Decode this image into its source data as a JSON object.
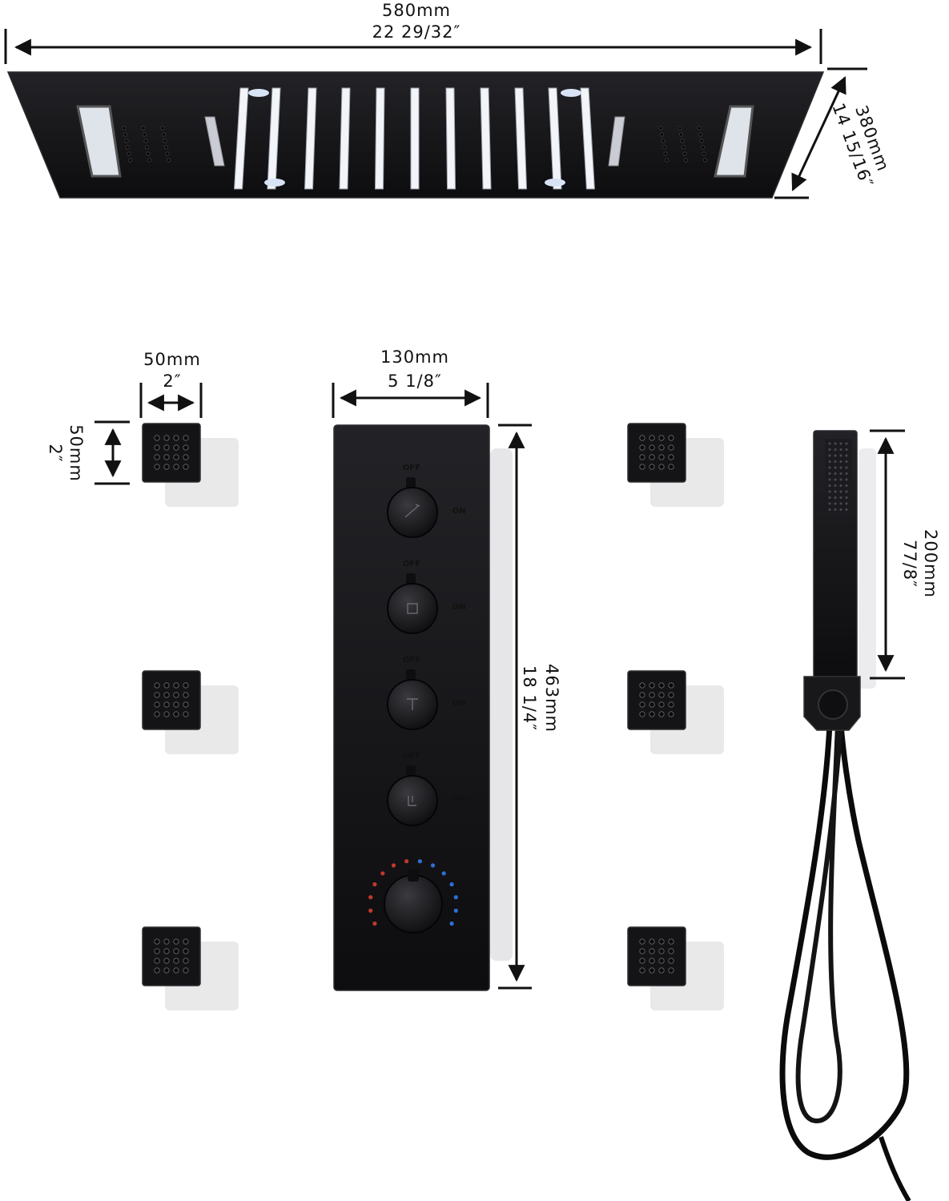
{
  "colors": {
    "product": "#141416",
    "product_edge": "#2a2a2e",
    "led": "#f2f4f8",
    "shadow": "#d7d7d9",
    "line": "#111111",
    "hot": "#c0392b",
    "cold": "#2f6fd6"
  },
  "rain_panel": {
    "width": {
      "mm": "580mm",
      "inch": "22 29/32″"
    },
    "depth": {
      "mm": "380mm",
      "inch": "14 15/16″"
    }
  },
  "body_jet": {
    "width": {
      "mm": "50mm",
      "inch": "2″"
    },
    "height": {
      "mm": "50mm",
      "inch": "2″"
    },
    "count": 6
  },
  "control_panel": {
    "width": {
      "mm": "130mm",
      "inch": "5 1/8″"
    },
    "height": {
      "mm": "463mm",
      "inch": "18 1/4″"
    },
    "valves": [
      {
        "off_label": "OFF",
        "on_label": "ON",
        "icon": "handshower-icon"
      },
      {
        "off_label": "OFF",
        "on_label": "ON",
        "icon": "rain-square-icon"
      },
      {
        "off_label": "OFF",
        "on_label": "ON",
        "icon": "waterfall-icon"
      },
      {
        "off_label": "OFF",
        "on_label": "ON",
        "icon": "body-jet-icon"
      }
    ],
    "thermostat": {
      "icon": "thermostat-knob-icon"
    }
  },
  "hand_shower": {
    "length": {
      "mm": "200mm",
      "inch": "77/8″"
    }
  }
}
